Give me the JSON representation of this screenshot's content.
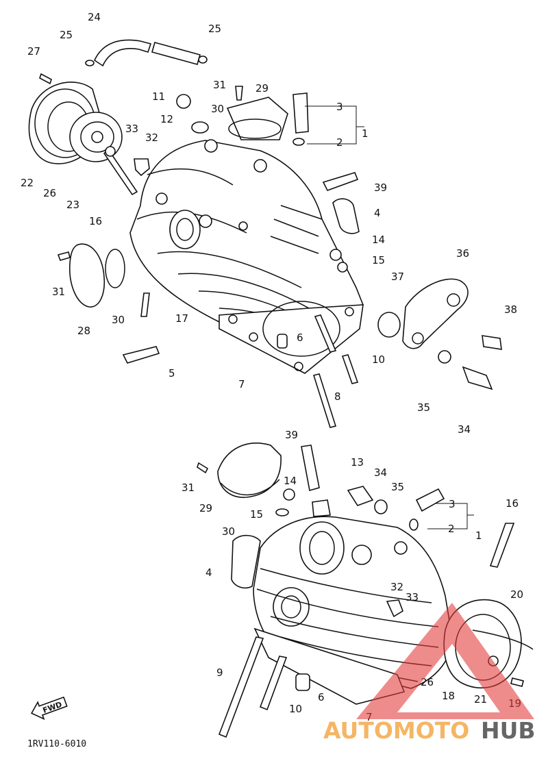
{
  "diagram": {
    "code": "1RV110-6010",
    "fwd_label": "FWD",
    "callouts_upper": [
      {
        "id": "u24",
        "label": "24"
      },
      {
        "id": "u25a",
        "label": "25"
      },
      {
        "id": "u25b",
        "label": "25"
      },
      {
        "id": "u27",
        "label": "27"
      },
      {
        "id": "u31a",
        "label": "31"
      },
      {
        "id": "u29",
        "label": "29"
      },
      {
        "id": "u11",
        "label": "11"
      },
      {
        "id": "u30a",
        "label": "30"
      },
      {
        "id": "u3",
        "label": "3"
      },
      {
        "id": "u1",
        "label": "1"
      },
      {
        "id": "u12",
        "label": "12"
      },
      {
        "id": "u2",
        "label": "2"
      },
      {
        "id": "u33",
        "label": "33"
      },
      {
        "id": "u32",
        "label": "32"
      },
      {
        "id": "u39",
        "label": "39"
      },
      {
        "id": "u22",
        "label": "22"
      },
      {
        "id": "u26",
        "label": "26"
      },
      {
        "id": "u23",
        "label": "23"
      },
      {
        "id": "u4",
        "label": "4"
      },
      {
        "id": "u16",
        "label": "16"
      },
      {
        "id": "u14",
        "label": "14"
      },
      {
        "id": "u36",
        "label": "36"
      },
      {
        "id": "u15",
        "label": "15"
      },
      {
        "id": "u31b",
        "label": "31"
      },
      {
        "id": "u37",
        "label": "37"
      },
      {
        "id": "u30b",
        "label": "30"
      },
      {
        "id": "u38",
        "label": "38"
      },
      {
        "id": "u28",
        "label": "28"
      },
      {
        "id": "u17",
        "label": "17"
      },
      {
        "id": "u6",
        "label": "6"
      },
      {
        "id": "u10",
        "label": "10"
      },
      {
        "id": "u5",
        "label": "5"
      },
      {
        "id": "u7",
        "label": "7"
      },
      {
        "id": "u35",
        "label": "35"
      },
      {
        "id": "u8",
        "label": "8"
      },
      {
        "id": "u34",
        "label": "34"
      }
    ],
    "callouts_lower": [
      {
        "id": "l39",
        "label": "39"
      },
      {
        "id": "l13",
        "label": "13"
      },
      {
        "id": "l34",
        "label": "34"
      },
      {
        "id": "l31",
        "label": "31"
      },
      {
        "id": "l14",
        "label": "14"
      },
      {
        "id": "l35",
        "label": "35"
      },
      {
        "id": "l29",
        "label": "29"
      },
      {
        "id": "l16",
        "label": "16"
      },
      {
        "id": "l3",
        "label": "3"
      },
      {
        "id": "l15",
        "label": "15"
      },
      {
        "id": "l30",
        "label": "30"
      },
      {
        "id": "l2",
        "label": "2"
      },
      {
        "id": "l1",
        "label": "1"
      },
      {
        "id": "l4",
        "label": "4"
      },
      {
        "id": "l32",
        "label": "32"
      },
      {
        "id": "l33",
        "label": "33"
      },
      {
        "id": "l20",
        "label": "20"
      },
      {
        "id": "l9",
        "label": "9"
      },
      {
        "id": "l26",
        "label": "26"
      },
      {
        "id": "l18",
        "label": "18"
      },
      {
        "id": "l6",
        "label": "6"
      },
      {
        "id": "l10",
        "label": "10"
      },
      {
        "id": "l21",
        "label": "21"
      },
      {
        "id": "l19",
        "label": "19"
      },
      {
        "id": "l7",
        "label": "7"
      }
    ]
  },
  "watermark": {
    "part1": "AUTOMOTO",
    "part2": "HUB",
    "accent_color": "#f2a23a",
    "triangle_color": "#e23b3b"
  }
}
